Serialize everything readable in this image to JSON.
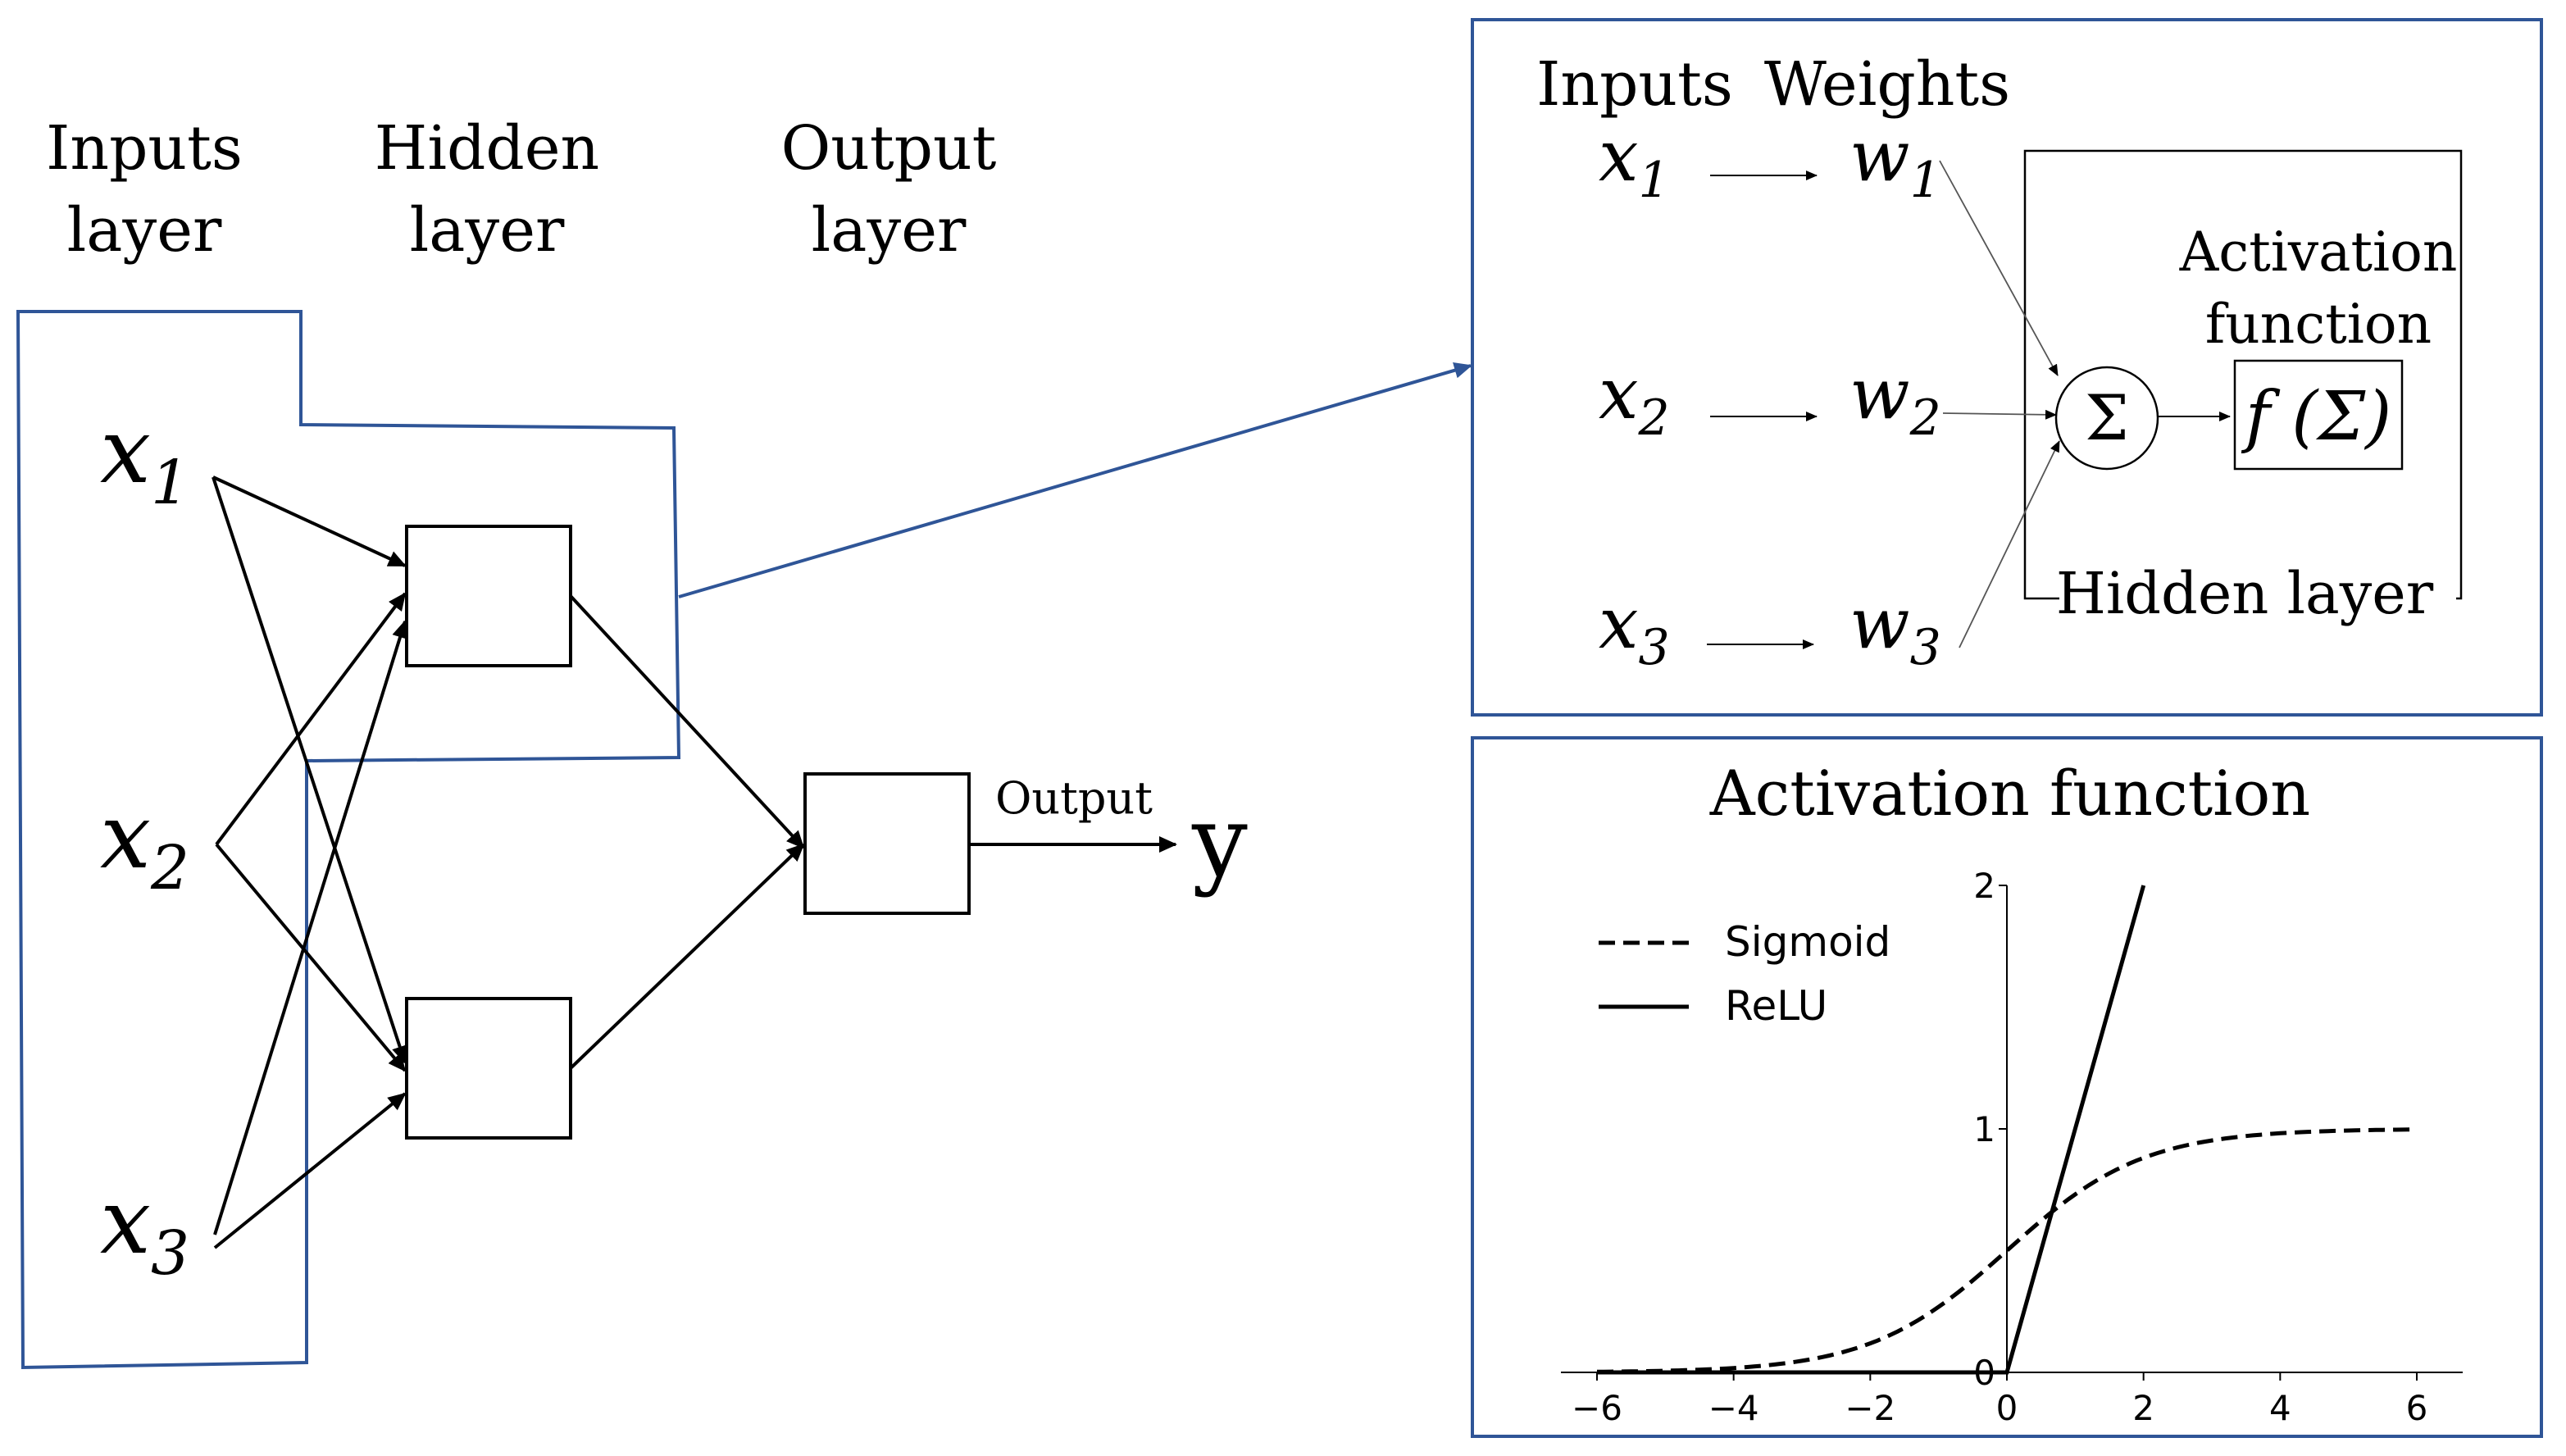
{
  "colors": {
    "accent": "#2f5597",
    "ink": "#000000",
    "thin": "#555555"
  },
  "network": {
    "headers": {
      "inputs": [
        "Inputs",
        "layer"
      ],
      "hidden": [
        "Hidden",
        "layer"
      ],
      "output": [
        "Output",
        "layer"
      ]
    },
    "inputs": [
      {
        "base": "x",
        "sub": "1"
      },
      {
        "base": "x",
        "sub": "2"
      },
      {
        "base": "x",
        "sub": "3"
      }
    ],
    "output_label": "Output",
    "y_label": "y"
  },
  "neuron": {
    "col_inputs": "Inputs",
    "col_weights": "Weights",
    "inputs": [
      {
        "base": "x",
        "sub": "1"
      },
      {
        "base": "x",
        "sub": "2"
      },
      {
        "base": "x",
        "sub": "3"
      }
    ],
    "weights": [
      {
        "base": "w",
        "sub": "1"
      },
      {
        "base": "w",
        "sub": "2"
      },
      {
        "base": "w",
        "sub": "3"
      }
    ],
    "sum_symbol": "Σ",
    "activation_title": [
      "Activation",
      "function"
    ],
    "activation_expr": "f (Σ)",
    "hidden_label": "Hidden layer"
  },
  "chart_data": {
    "type": "line",
    "title": "Activation function",
    "xlim": [
      -6,
      6
    ],
    "ylim": [
      0,
      2
    ],
    "xticks": [
      "−6",
      "−4",
      "−2",
      "0",
      "2",
      "4",
      "6"
    ],
    "xtick_values": [
      -6,
      -4,
      -2,
      0,
      2,
      4,
      6
    ],
    "yticks": [
      "0",
      "1",
      "2"
    ],
    "ytick_values": [
      0,
      1,
      2
    ],
    "grid": false,
    "legend_position": "top-left",
    "series": [
      {
        "name": "Sigmoid",
        "style": "dashed",
        "x": [
          -6,
          -5,
          -4,
          -3,
          -2,
          -1,
          0,
          1,
          2,
          3,
          4,
          5,
          6
        ],
        "y": [
          0.002,
          0.007,
          0.018,
          0.047,
          0.119,
          0.269,
          0.5,
          0.731,
          0.881,
          0.953,
          0.982,
          0.993,
          0.998
        ]
      },
      {
        "name": "ReLU",
        "style": "solid",
        "x": [
          -6,
          0,
          1,
          2
        ],
        "y": [
          0,
          0,
          1,
          2
        ]
      }
    ]
  }
}
